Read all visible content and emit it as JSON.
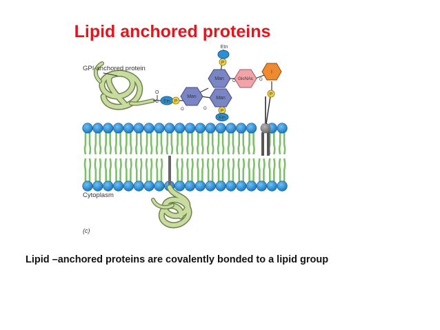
{
  "title": "Lipid anchored proteins",
  "caption": "Lipid –anchored proteins are covalently bonded to  a lipid group",
  "diagram": {
    "gpi_label": "GPI-anchored protein",
    "cytoplasm_label": "Cytoplasm",
    "panel_label": "(c)",
    "etn_top": "Etn",
    "etn_left": "Etn",
    "etn_bottom": "Etn",
    "man_1": "Man",
    "man_2": "Man",
    "man_3": "Man",
    "glcnac": "GlcNAc",
    "inositol": "I",
    "phosphate": "P",
    "carbonyl_o": "O",
    "carbon_c": "C"
  },
  "colors": {
    "title": "#e8141c",
    "head_group": "#2a8fd6",
    "lipid_tail": "#7cbf6a",
    "mannose": "#7a86c4",
    "glcnac": "#f1a3a8",
    "inositol": "#f08a2e",
    "phosphate": "#f0d23a",
    "protein": "#c8dca0"
  }
}
